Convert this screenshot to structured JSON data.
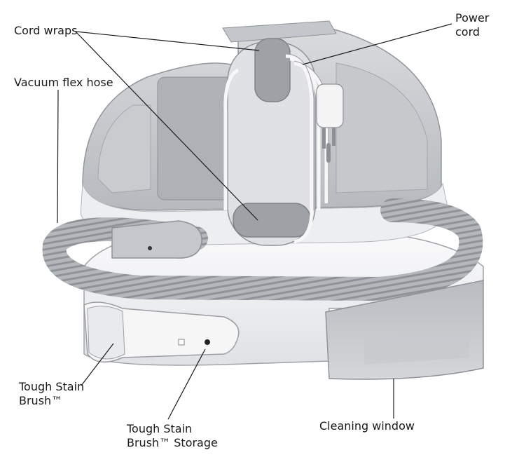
{
  "callouts": {
    "cord_wraps": "Cord wraps",
    "power_cord_line1": "Power",
    "power_cord_line2": "cord",
    "vacuum_flex_hose": "Vacuum flex hose",
    "tough_stain_brush_line1": "Tough Stain",
    "tough_stain_brush_line2": "Brush™",
    "brush_storage_line1": "Tough Stain",
    "brush_storage_line2": "Brush™ Storage",
    "cleaning_window": "Cleaning window"
  },
  "colors": {
    "leader_line": "#1a1a1a",
    "tank_grey": "#bcbfc4",
    "body_white": "#f2f3f5",
    "hose_grey": "#a9acb1"
  }
}
